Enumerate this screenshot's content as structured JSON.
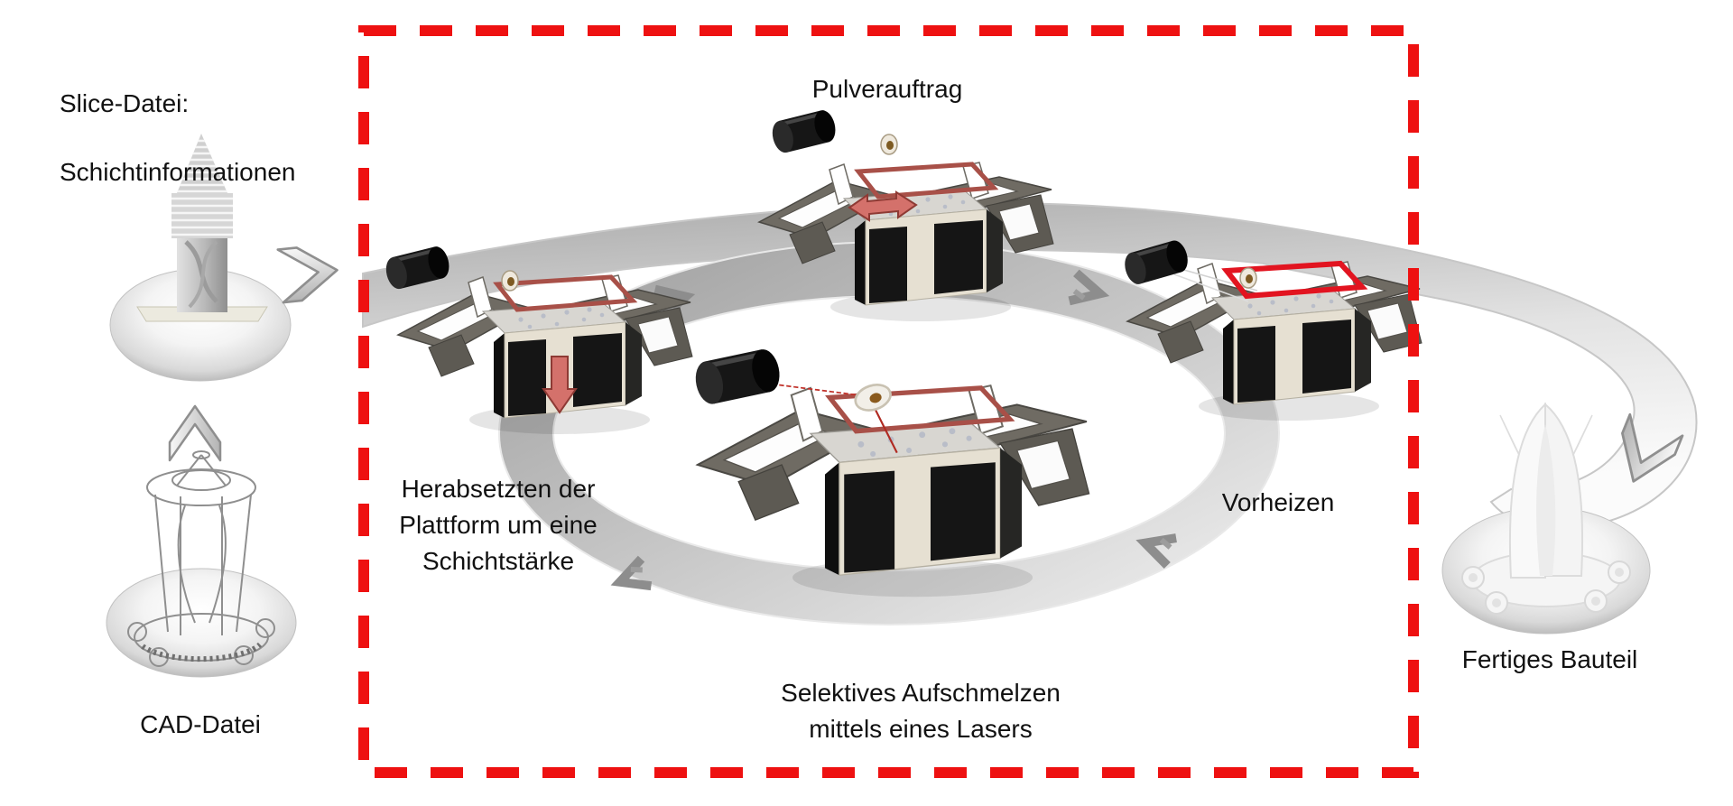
{
  "labels": {
    "slice_line1": "Slice-Datei:",
    "slice_line2": "Schichtinformationen",
    "cad": "CAD-Datei",
    "powder": "Pulverauftrag",
    "lower_platform": "Herabsetzten der\nPlattform um eine\nSchichtstärke",
    "selective_melt": "Selektives Aufschmelzen\nmittels eines Lasers",
    "preheat": "Vorheizen",
    "finished": "Fertiges Bauteil"
  },
  "icons": {
    "arrow_right": "chevron pointing right from slice file into process box",
    "arrow_up": "chevron pointing up from CAD file to slice file",
    "arrow_down_exit": "chevron pointing down on exit band to finished part",
    "cycle_arrows": "four chevrons on inner ring showing clockwise process loop",
    "laser_source": "black cylinder laser/heater unit",
    "scanner_mirror": "small white tilted mirror",
    "build_frame": "rectangular frame above build platform"
  },
  "colors": {
    "dashed_border": "#ee1111",
    "preheat_frame": "#e21420",
    "machine_frame": "#a85048",
    "process_arrow_fill": "#d4716b",
    "process_arrow_edge": "#8e3a34",
    "band_gray": "#c9c9c9",
    "text": "#111111"
  }
}
